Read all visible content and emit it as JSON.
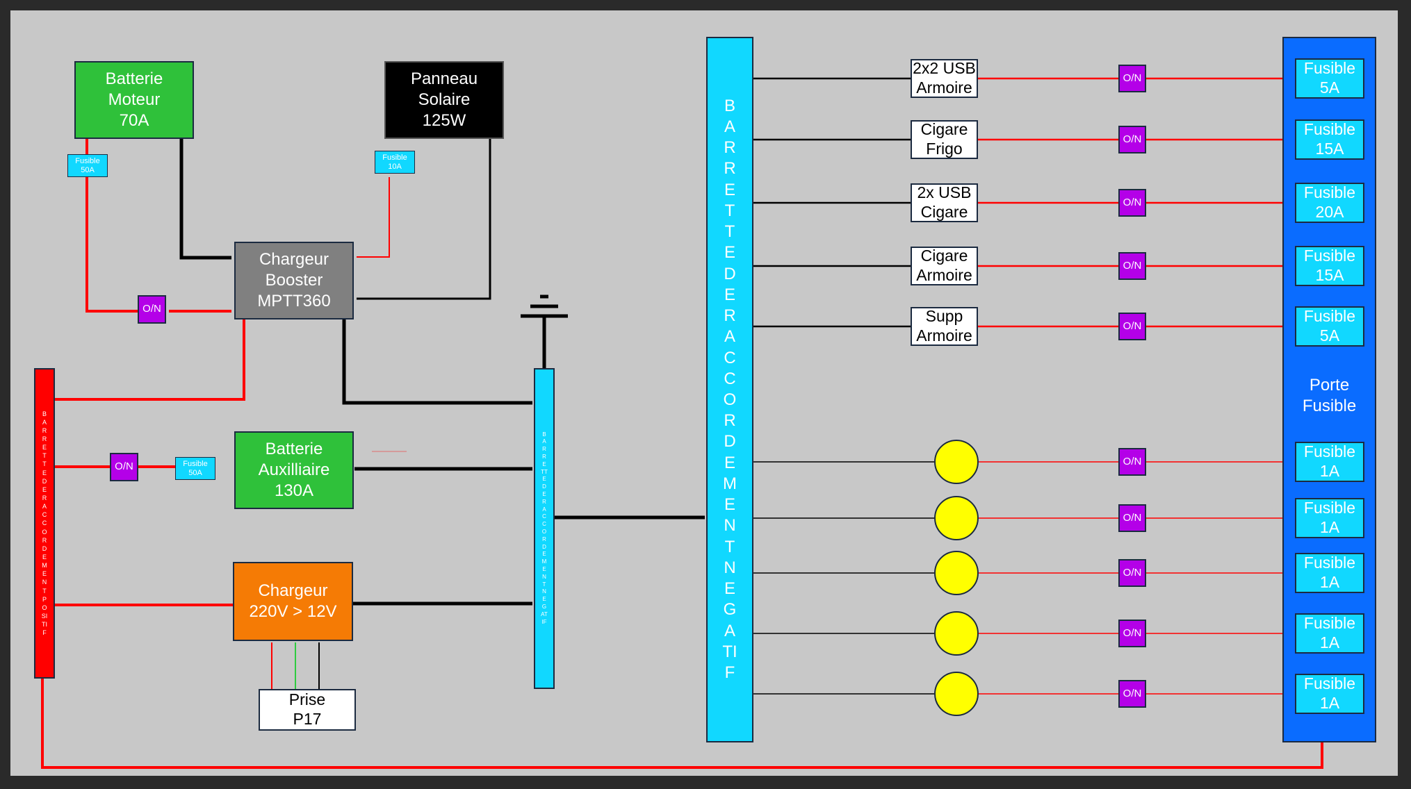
{
  "sources": {
    "batterie_moteur": "Batterie\nMoteur\n70A",
    "panneau_solaire": "Panneau\nSolaire\n125W",
    "chargeur_booster": "Chargeur\nBooster\nMPTT360",
    "batterie_aux": "Batterie\nAuxilliaire\n130A",
    "chargeur_220": "Chargeur\n220V > 12V",
    "prise": "Prise\nP17"
  },
  "small_fuses": {
    "moteur": "Fusible\n50A",
    "solaire": "Fusible\n10A",
    "aux": "Fusible\n50A"
  },
  "switch_label": "O/N",
  "bars": {
    "positive": "BARRETTE DE RACCORDEMENT POSITIF",
    "negative_small": "BARRETTE DE RACCORDEMENT NEGATIF",
    "negative_main": "BARRETTE DE RACCORDEMENT NEGATIF"
  },
  "loads": [
    {
      "label": "2x2 USB\nArmoire",
      "fuse": "Fusible\n5A"
    },
    {
      "label": "Cigare\nFrigo",
      "fuse": "Fusible\n15A"
    },
    {
      "label": "2x USB\nCigare",
      "fuse": "Fusible\n20A"
    },
    {
      "label": "Cigare\nArmoire",
      "fuse": "Fusible\n15A"
    },
    {
      "label": "Supp\nArmoire",
      "fuse": "Fusible\n5A"
    }
  ],
  "lights": [
    {
      "fuse": "Fusible\n1A"
    },
    {
      "fuse": "Fusible\n1A"
    },
    {
      "fuse": "Fusible\n1A"
    },
    {
      "fuse": "Fusible\n1A"
    },
    {
      "fuse": "Fusible\n1A"
    }
  ],
  "porte_fusible": "Porte\nFusible",
  "colors": {
    "positive_wire": "#ff0000",
    "negative_wire": "#000000",
    "bar_cyan": "#11d8ff",
    "bar_red": "#ff0000",
    "fuse_holder": "#0a6cff",
    "switch": "#b400e8"
  }
}
